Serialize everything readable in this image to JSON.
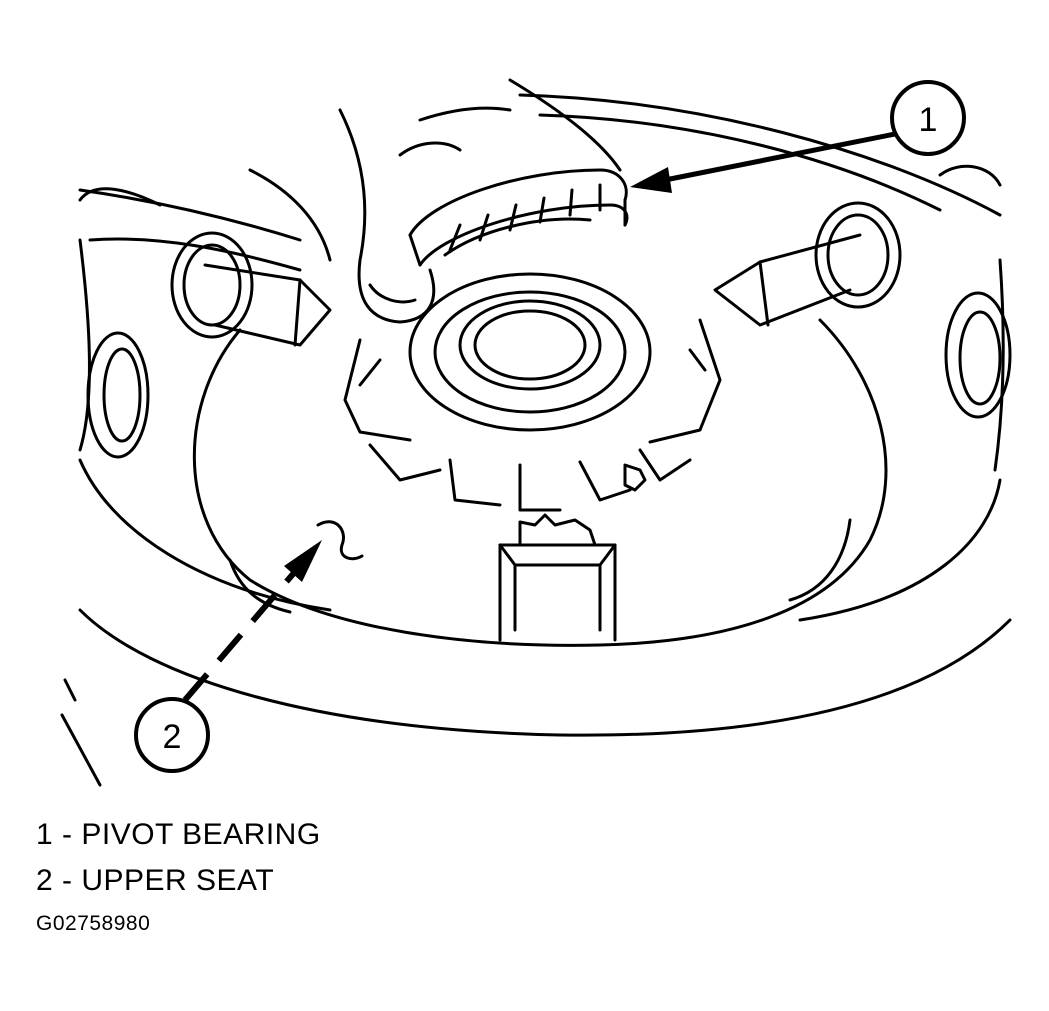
{
  "callouts": [
    {
      "number": "1"
    },
    {
      "number": "2"
    }
  ],
  "legend": [
    {
      "text": "1 - PIVOT BEARING"
    },
    {
      "text": "2 - UPPER SEAT"
    }
  ],
  "figure_code": "G02758980"
}
